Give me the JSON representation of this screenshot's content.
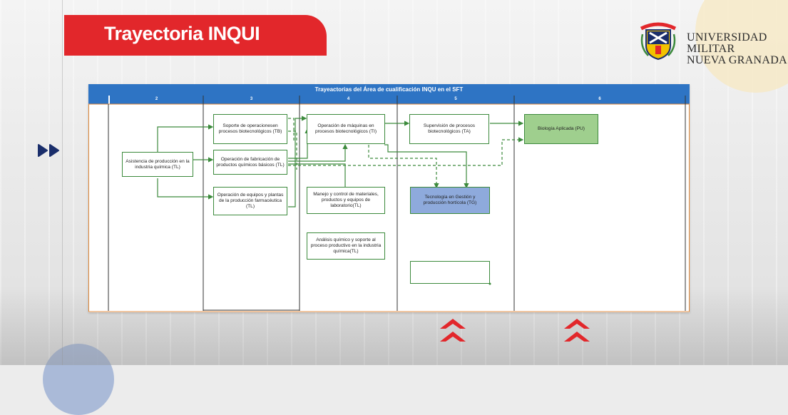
{
  "slide": {
    "title": "Trayectoria INQUI",
    "university_line1": "UNIVERSIDAD MILITAR",
    "university_line2": "NUEVA GRANADA",
    "colors": {
      "red": "#e2272b",
      "navy": "#1a2e6b",
      "blue_header": "#2e74c4",
      "green_box": "#3c8a3c",
      "green_fill": "#9fcf8e",
      "blue_fill": "#8eaadc"
    }
  },
  "diagram": {
    "title": "Trayeactorias del Área de cualificación  INQU en el  SFT",
    "columns": [
      "2",
      "3",
      "4",
      "5",
      "6"
    ],
    "boxes": {
      "asistencia": "Asistencia de producción en la industria química (TL)",
      "soporte": "Soporte de operacionesen procesos biotecnológicos (TB)",
      "fabricacion": "Operación de fabricación de productos químicos básicos (TL)",
      "equipos": "Operación de equipos y plantas de la producción farmacéutica (TL)",
      "maquinas": "Operación de máquinas en procesos biotecnológicos (TI)",
      "manejo": "Manejo y control de materiales, productos y equipos de laboratorio(TL)",
      "analisis": "Análisis químico y soporte al proceso productivo en la industria química(TL)",
      "supervision": "Supervisión de procesos biotecnológicos (TA)",
      "tecnologia": "Tecnología en Gestión y producción hortícola (TG)",
      "empty": "",
      "biologia": "Biología Aplicada (PU)"
    }
  }
}
